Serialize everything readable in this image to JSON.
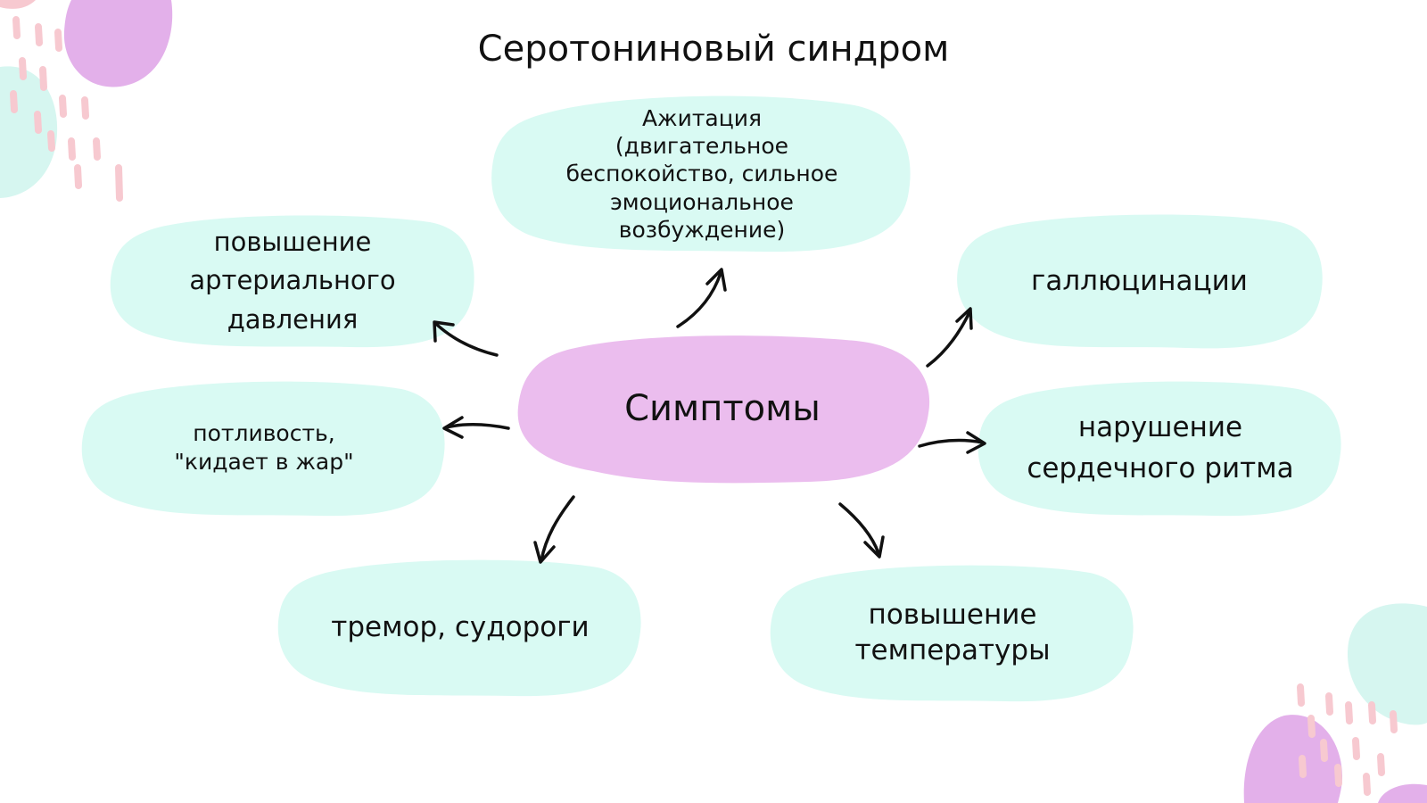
{
  "title": "Серотониновый синдром",
  "center": {
    "label": "Симптомы"
  },
  "symptoms": [
    {
      "label": "Ажитация\n(двигательное\nбеспокойство, сильное\nэмоциональное\nвозбуждение)"
    },
    {
      "label": "повышение\nартериального\nдавления"
    },
    {
      "label": "галлюцинации"
    },
    {
      "label": "потливость,\n\"кидает в жар\""
    },
    {
      "label": "нарушение\nсердечного ритма"
    },
    {
      "label": "тремор, судороги"
    },
    {
      "label": "повышение\nтемпературы"
    }
  ],
  "colors": {
    "center_fill": "#ebbdee",
    "node_fill": "#d9faf3",
    "arrow": "#111111",
    "deco_pink": "#f7c9d0",
    "deco_purple": "#e3b0ea",
    "deco_mint": "#d6f6f0"
  }
}
